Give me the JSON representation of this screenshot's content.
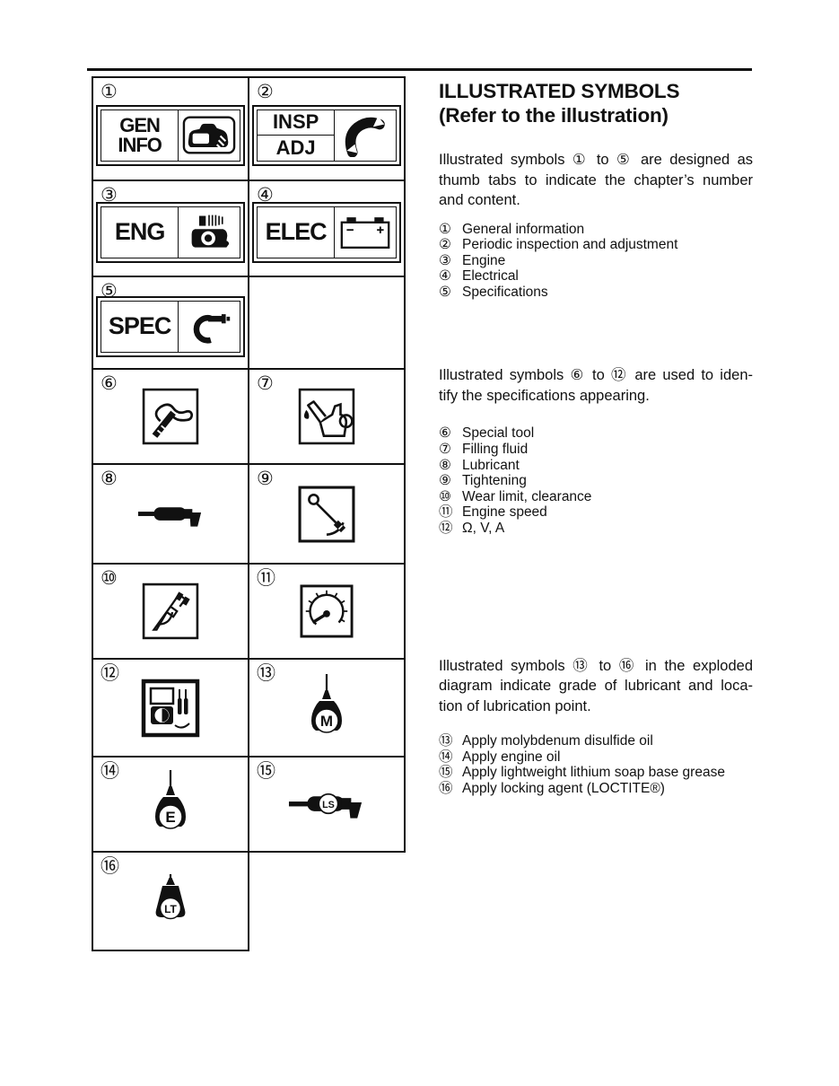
{
  "page": {
    "heading_line1": "ILLUSTRATED SYMBOLS",
    "heading_line2": "(Refer to the illustration)"
  },
  "intro1": {
    "lines": [
      "Illustrated symbols ① to ⑤ are designed as",
      "thumb tabs to indicate the chapter’s number",
      "and content."
    ]
  },
  "list1": {
    "items": [
      {
        "num": "①",
        "label": "General information"
      },
      {
        "num": "②",
        "label": "Periodic inspection and adjustment"
      },
      {
        "num": "③",
        "label": "Engine"
      },
      {
        "num": "④",
        "label": "Electrical"
      },
      {
        "num": "⑤",
        "label": "Specifications"
      }
    ]
  },
  "intro2": {
    "lines": [
      "Illustrated symbols ⑥ to ⑫ are used to iden-",
      "tify the specifications appearing."
    ]
  },
  "list2": {
    "items": [
      {
        "num": "⑥",
        "label": "Special tool"
      },
      {
        "num": "⑦",
        "label": "Filling fluid"
      },
      {
        "num": "⑧",
        "label": "Lubricant"
      },
      {
        "num": "⑨",
        "label": "Tightening"
      },
      {
        "num": "⑩",
        "label": "Wear limit, clearance"
      },
      {
        "num": "⑪",
        "label": "Engine speed"
      },
      {
        "num": "⑫",
        "label": "Ω, V, A"
      }
    ]
  },
  "intro3": {
    "lines": [
      "Illustrated symbols ⑬ to ⑯ in the exploded",
      "diagram indicate grade of lubricant and loca-",
      "tion of lubrication point."
    ]
  },
  "list3": {
    "items": [
      {
        "num": "⑬",
        "label": "Apply molybdenum disulfide oil"
      },
      {
        "num": "⑭",
        "label": "Apply engine oil"
      },
      {
        "num": "⑮",
        "label": "Apply lightweight lithium soap base grease"
      },
      {
        "num": "⑯",
        "label": "Apply locking agent (LOCTITE®)"
      }
    ]
  },
  "symbol_table": {
    "cells": [
      {
        "num": "①",
        "tab_line1": "GEN",
        "tab_line2": "INFO",
        "icon": "motorcycle-icon"
      },
      {
        "num": "②",
        "tab_line1": "INSP",
        "tab_line2": "ADJ",
        "icon": "wrench-icon"
      },
      {
        "num": "③",
        "tab_label": "ENG",
        "icon": "engine-icon"
      },
      {
        "num": "④",
        "tab_label": "ELEC",
        "icon": "battery-icon"
      },
      {
        "num": "⑤",
        "tab_label": "SPEC",
        "icon": "micrometer-icon"
      },
      {
        "num": "⑥",
        "icon": "special-tool-icon"
      },
      {
        "num": "⑦",
        "icon": "oil-pitcher-icon"
      },
      {
        "num": "⑧",
        "icon": "grease-gun-icon"
      },
      {
        "num": "⑨",
        "icon": "torque-wrench-icon"
      },
      {
        "num": "⑩",
        "icon": "vernier-caliper-icon"
      },
      {
        "num": "⑪",
        "icon": "tachometer-icon"
      },
      {
        "num": "⑫",
        "icon": "multimeter-icon"
      },
      {
        "num": "⑬",
        "icon": "oil-can-icon",
        "letter": "M"
      },
      {
        "num": "⑭",
        "icon": "oil-can-icon",
        "letter": "E"
      },
      {
        "num": "⑮",
        "icon": "grease-gun-icon",
        "letter": "LS"
      },
      {
        "num": "⑯",
        "icon": "loctite-bottle-icon",
        "letter": "LT"
      }
    ]
  }
}
